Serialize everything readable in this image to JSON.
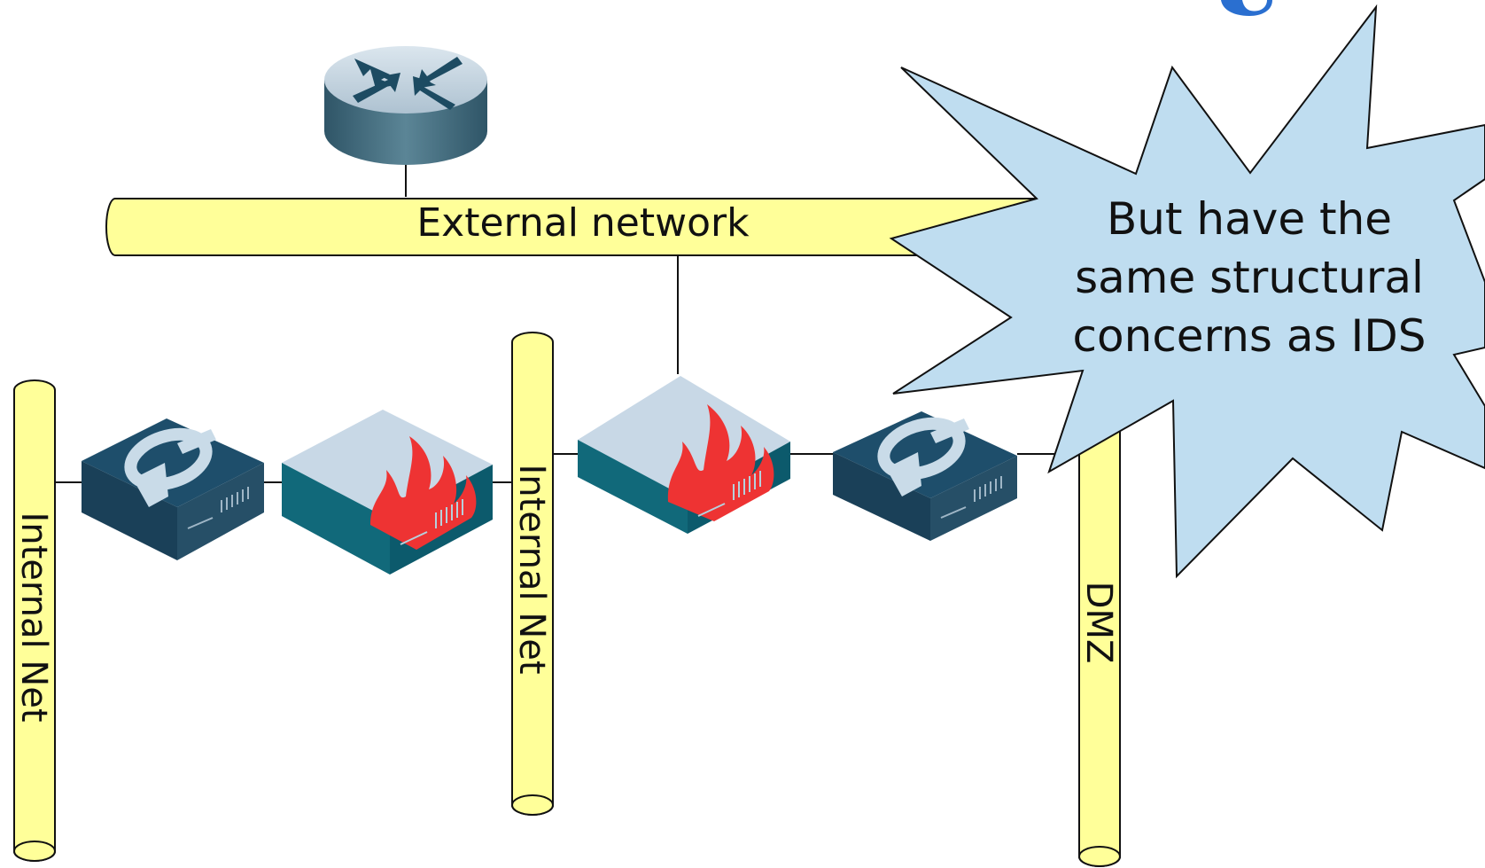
{
  "networks": {
    "external": "External network",
    "internal_left": "Internal Net",
    "internal_middle": "Internal Net",
    "dmz": "DMZ"
  },
  "callout": {
    "lines": [
      "But have the",
      "same structural",
      "concerns as IDS"
    ]
  },
  "devices": [
    {
      "type": "router",
      "icon": "router-icon"
    },
    {
      "type": "ips",
      "icon": "ips-appliance-icon"
    },
    {
      "type": "firewall",
      "icon": "firewall-icon"
    },
    {
      "type": "firewall",
      "icon": "firewall-icon"
    },
    {
      "type": "ips",
      "icon": "ips-appliance-icon"
    }
  ],
  "colors": {
    "segment_fill": "#ffff99",
    "callout_fill": "#bfddf0",
    "flame": "#ee3333",
    "device_top": "#c6d8e6",
    "device_side": "#0e6b7c",
    "ips_dark": "#1a4a66",
    "router_top": "#c4d3de",
    "router_side": "#3f6a7d"
  }
}
